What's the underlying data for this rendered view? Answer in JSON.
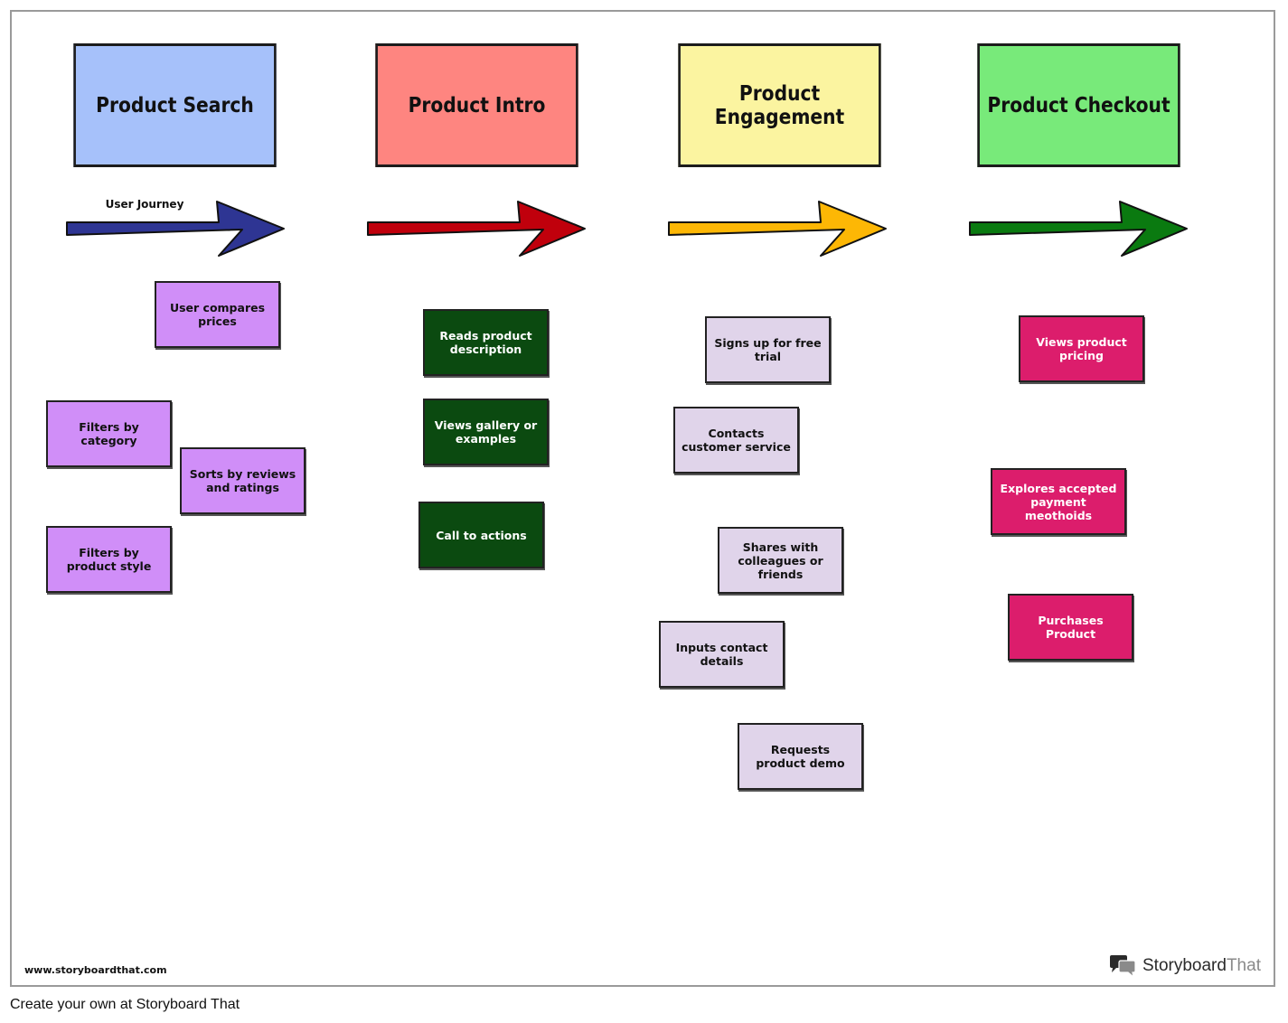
{
  "stages": [
    {
      "title": "Product Search",
      "color": "#a6c1fa",
      "arrow_color": "#2e3593"
    },
    {
      "title": "Product Intro",
      "color": "#fe8580",
      "arrow_color": "#c0000c"
    },
    {
      "title": "Product Engagement",
      "color": "#fbf4a0",
      "arrow_color": "#fdb705"
    },
    {
      "title": "Product Checkout",
      "color": "#78ea7a",
      "arrow_color": "#0a7a10"
    }
  ],
  "arrow_label": "User Journey",
  "notes": {
    "search": [
      "User compares prices",
      "Filters by category",
      "Sorts by reviews and ratings",
      "Filters by product style"
    ],
    "intro": [
      "Reads product description",
      "Views gallery or examples",
      "Call to actions"
    ],
    "engagement": [
      "Signs up for free trial",
      "Contacts customer service",
      "Shares with colleagues or friends",
      "Inputs contact details",
      "Requests product demo"
    ],
    "checkout": [
      "Views product pricing",
      "Explores accepted payment meothoids",
      "Purchases Product"
    ]
  },
  "footer": {
    "url": "www.storyboardthat.com",
    "brand_strong": "Storyboard",
    "brand_light": "That",
    "caption": "Create your own at Storyboard That"
  },
  "colors": {
    "search_note": "#d08ef8",
    "intro_note": "#0b4a10",
    "engagement_note": "#e0d4ea",
    "checkout_note": "#dc1d6c"
  }
}
